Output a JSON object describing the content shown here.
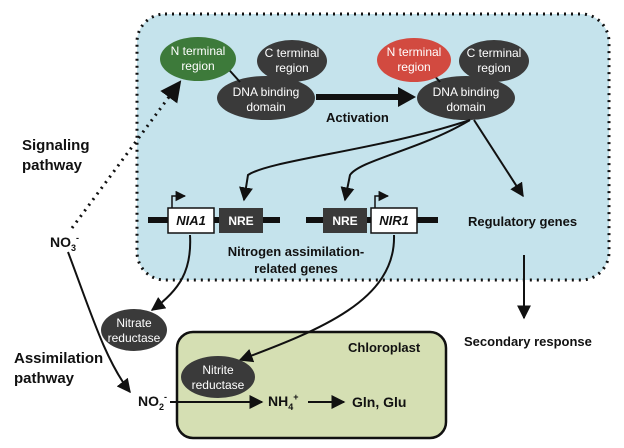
{
  "labels": {
    "signaling_pathway": [
      "Signaling",
      "pathway"
    ],
    "assimilation_pathway": [
      "Assimilation",
      "pathway"
    ],
    "no3": "NO",
    "no3_sub": "3",
    "no3_sup": "-",
    "no2": "NO",
    "no2_sub": "2",
    "no2_sup": "-",
    "nh4": "NH",
    "nh4_sub": "4",
    "nh4_sup": "+",
    "gln_glu": "Gln, Glu",
    "activation": "Activation",
    "regulatory_genes": "Regulatory genes",
    "secondary_response": "Secondary response",
    "chloroplast": "Chloroplast",
    "nitrogen_genes": [
      "Nitrogen assimilation-",
      "related genes"
    ]
  },
  "proteins": {
    "inactive": {
      "n_terminal": [
        "N terminal",
        "region"
      ],
      "c_terminal": [
        "C terminal",
        "region"
      ],
      "dna_binding": [
        "DNA binding",
        "domain"
      ]
    },
    "active": {
      "n_terminal": [
        "N terminal",
        "region"
      ],
      "c_terminal": [
        "C terminal",
        "region"
      ],
      "dna_binding": [
        "DNA binding",
        "domain"
      ]
    }
  },
  "genes": {
    "nia1": "NIA1",
    "nir1": "NIR1",
    "nre_left": "NRE",
    "nre_right": "NRE"
  },
  "enzymes": {
    "nitrate_reductase": [
      "Nitrate",
      "reductase"
    ],
    "nitrite_reductase": [
      "Nitrite",
      "reductase"
    ]
  },
  "colors": {
    "nucleus_fill": "#c5e3ec",
    "chloroplast_fill": "#d5dfb3",
    "inactive_n_terminal": "#3d7a3a",
    "active_n_terminal": "#d24a40",
    "dark_oval": "#3a3a3a"
  }
}
